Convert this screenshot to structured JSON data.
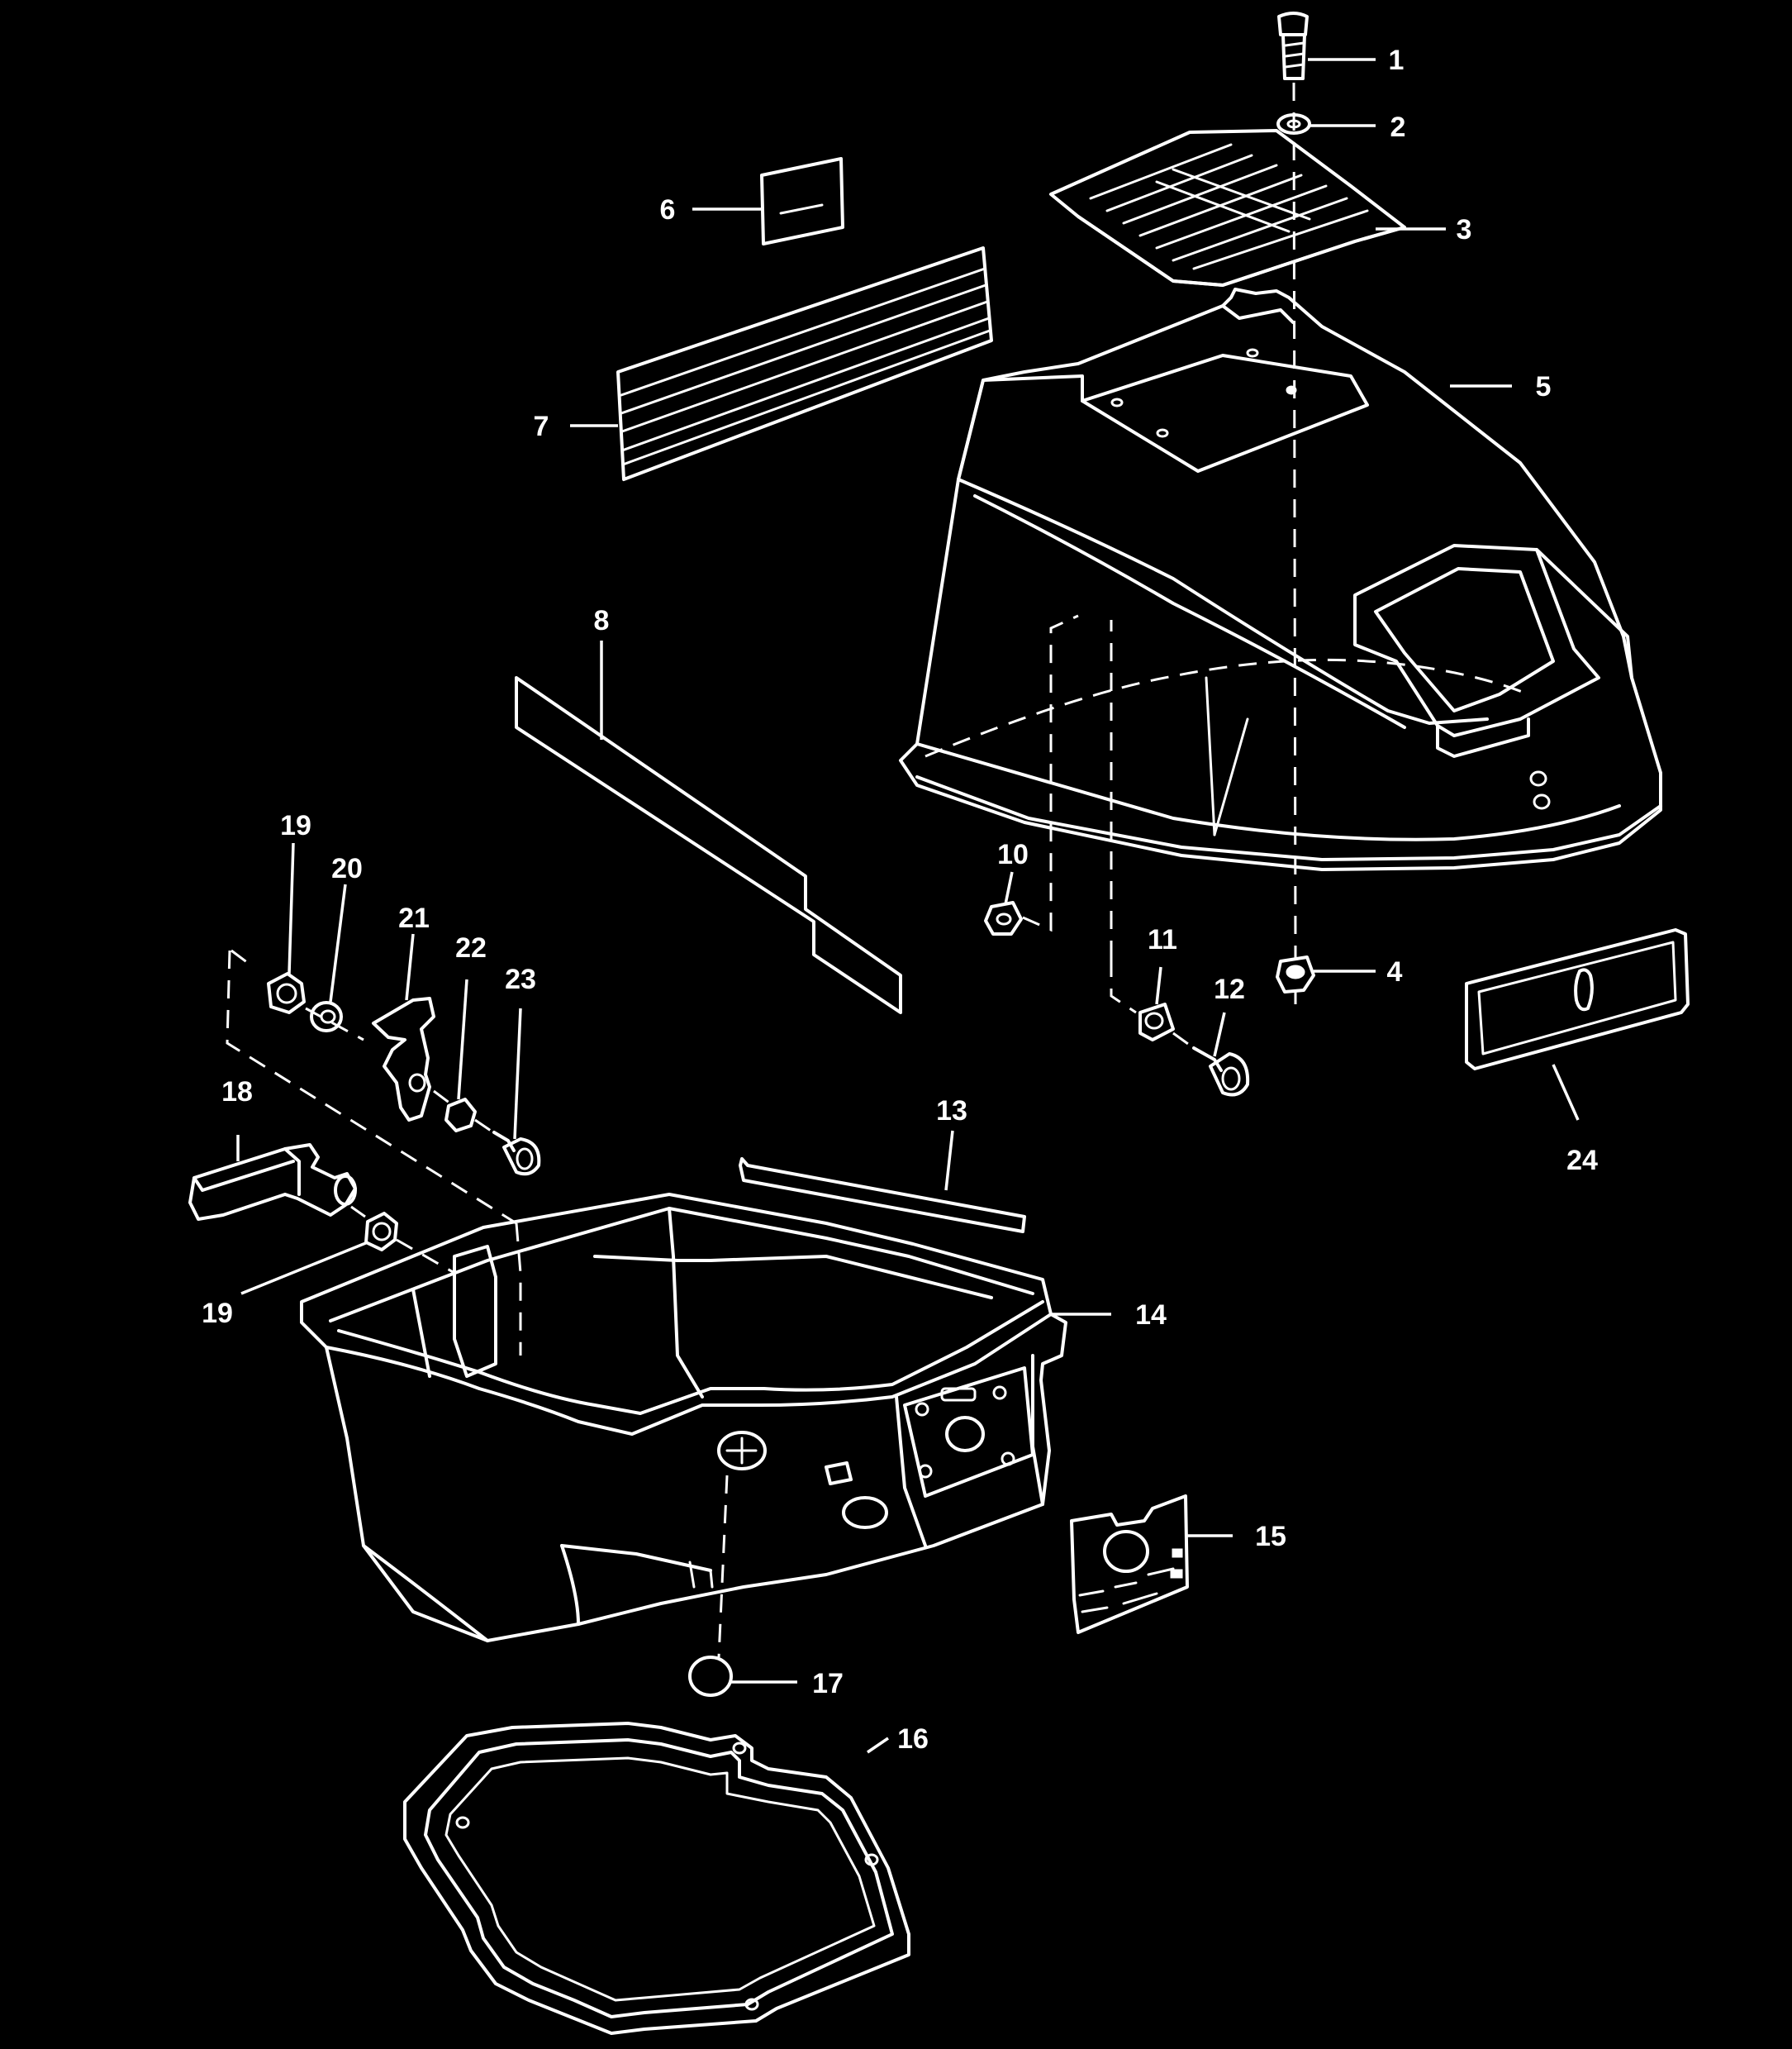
{
  "diagram": {
    "background_color": "#000000",
    "line_color": "#ffffff",
    "callouts": [
      {
        "id": "c1",
        "text": "1"
      },
      {
        "id": "c2",
        "text": "2"
      },
      {
        "id": "c3",
        "text": "3"
      },
      {
        "id": "c4",
        "text": "4"
      },
      {
        "id": "c5",
        "text": "5"
      },
      {
        "id": "c6",
        "text": "6"
      },
      {
        "id": "c7",
        "text": "7"
      },
      {
        "id": "c8",
        "text": "8"
      },
      {
        "id": "c10",
        "text": "10"
      },
      {
        "id": "c11",
        "text": "11"
      },
      {
        "id": "c12",
        "text": "12"
      },
      {
        "id": "c13",
        "text": "13"
      },
      {
        "id": "c14",
        "text": "14"
      },
      {
        "id": "c15",
        "text": "15"
      },
      {
        "id": "c16",
        "text": "16"
      },
      {
        "id": "c17",
        "text": "17"
      },
      {
        "id": "c18",
        "text": "18"
      },
      {
        "id": "c19a",
        "text": "19"
      },
      {
        "id": "c19b",
        "text": "19"
      },
      {
        "id": "c20",
        "text": "20"
      },
      {
        "id": "c21",
        "text": "21"
      },
      {
        "id": "c22",
        "text": "22"
      },
      {
        "id": "c23",
        "text": "23"
      },
      {
        "id": "c24",
        "text": "24"
      }
    ]
  }
}
